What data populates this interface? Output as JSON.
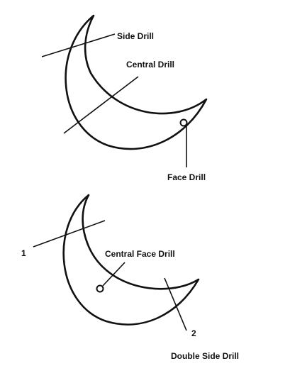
{
  "diagram_top": {
    "labels": {
      "side_drill": "Side Drill",
      "central_drill": "Central Drill",
      "face_drill": "Face Drill"
    }
  },
  "diagram_bottom": {
    "labels": {
      "marker_1": "1",
      "central_face_drill": "Central Face Drill",
      "marker_2": "2",
      "double_side_drill": "Double Side Drill"
    }
  },
  "colors": {
    "ink": "#111111",
    "background": "#ffffff"
  }
}
